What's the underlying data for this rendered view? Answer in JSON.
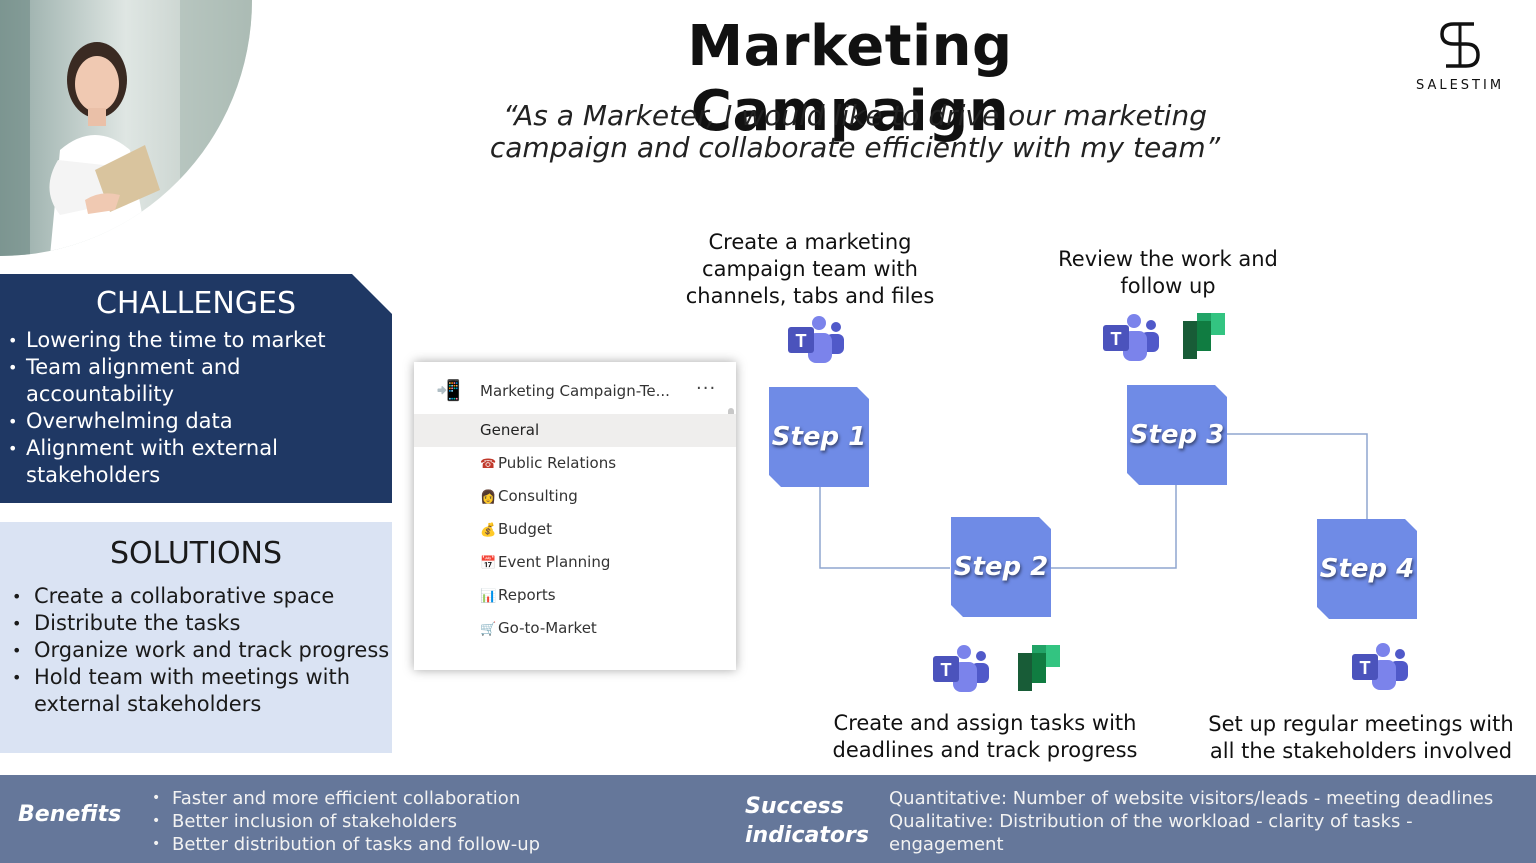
{
  "header": {
    "title": "Marketing Campaign",
    "quote_line1": "“As a Marketer, I would like to drive our marketing",
    "quote_line2": "campaign and collaborate efficiently with my team”"
  },
  "logo": {
    "text": "SALESTIM"
  },
  "challenges": {
    "title": "CHALLENGES",
    "items": [
      "Lowering the time to market",
      "Team alignment and accountability",
      "Overwhelming data",
      "Alignment with external stakeholders"
    ]
  },
  "solutions": {
    "title": "SOLUTIONS",
    "items": [
      "Create a collaborative space",
      "Distribute the tasks",
      "Organize work and track progress",
      "Hold team with meetings with external stakeholders"
    ]
  },
  "teams_panel": {
    "team_name": "Marketing Campaign-Te...",
    "more": "···",
    "channels": [
      {
        "icon": "📲",
        "label": "General"
      },
      {
        "icon": "☎",
        "label": "Public Relations"
      },
      {
        "icon": "👩",
        "label": "Consulting"
      },
      {
        "icon": "💰",
        "label": "Budget"
      },
      {
        "icon": "📅",
        "label": "Event Planning"
      },
      {
        "icon": "📊",
        "label": "Reports"
      },
      {
        "icon": "🛒",
        "label": "Go-to-Market"
      }
    ]
  },
  "steps": [
    {
      "label": "Step 1",
      "caption": [
        "Create a marketing",
        "campaign team with",
        "channels, tabs and files"
      ]
    },
    {
      "label": "Step 2",
      "caption": [
        "Create and assign tasks with",
        "deadlines and track progress"
      ]
    },
    {
      "label": "Step 3",
      "caption": [
        "Review the work and",
        "follow up"
      ]
    },
    {
      "label": "Step 4",
      "caption": [
        "Set up regular meetings with",
        "all the stakeholders involved"
      ]
    }
  ],
  "colors": {
    "navy": "#1f3864",
    "light_blue": "#dae3f3",
    "step_blue": "#6f8be6",
    "footer": "#65779a",
    "teams_purple": "#5b5fc7",
    "planner_green": "#1f7a3d"
  },
  "footer": {
    "benefits_label": "Benefits",
    "benefits": [
      "Faster and more efficient collaboration",
      "Better inclusion of stakeholders",
      "Better distribution of tasks and follow-up"
    ],
    "success_label_1": "Success",
    "success_label_2": "indicators",
    "quantitative": "Quantitative: Number of website visitors/leads - meeting deadlines",
    "qualitative_1": "Qualitative: Distribution of the workload - clarity of tasks -",
    "qualitative_2": "engagement"
  }
}
